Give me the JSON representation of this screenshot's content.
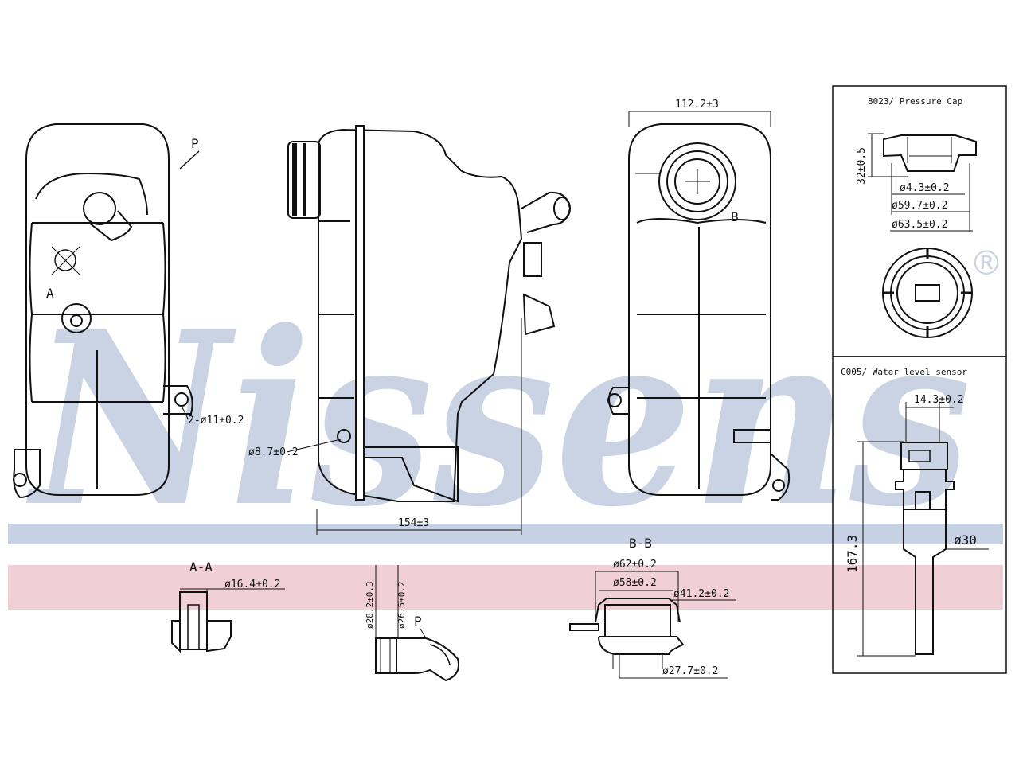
{
  "brand": {
    "watermark": "Nissens",
    "registered_mark": "®",
    "watermark_color": "#c9d3e4",
    "band_blue": "#c6d1e3",
    "band_pink": "#f0cfd6"
  },
  "main_views": {
    "label_p": "P",
    "label_a": "A",
    "label_b": "B",
    "dim_holes": "2-ø11±0.2",
    "dim_hole_side": "ø8.7±0.2",
    "dim_width": "154±3",
    "dim_top": "112.2±3"
  },
  "sections": {
    "aa_title": "A-A",
    "aa_dim": "ø16.4±0.2",
    "p_dim_outer": "ø28.2±0.3",
    "p_dim_inner": "ø26.5±0.2",
    "p_label": "P",
    "bb_title": "B-B",
    "bb_dim_62": "ø62±0.2",
    "bb_dim_58": "ø58±0.2",
    "bb_dim_41": "ø41.2±0.2",
    "bb_dim_27": "ø27.7±0.2"
  },
  "pressure_cap": {
    "title": "8023/ Pressure Cap",
    "dim_height": "32±0.5",
    "dim_43": "ø4.3±0.2",
    "dim_597": "ø59.7±0.2",
    "dim_635": "ø63.5±0.2"
  },
  "level_sensor": {
    "title": "C005/ Water level sensor",
    "dim_width": "14.3±0.2",
    "dim_length": "167.3",
    "dim_dia": "ø30"
  }
}
